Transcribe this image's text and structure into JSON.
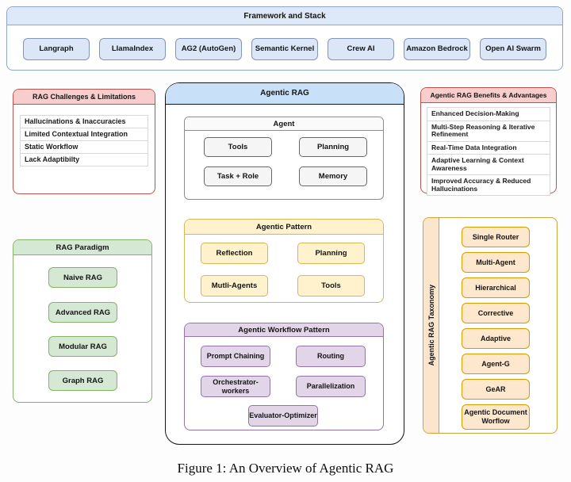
{
  "caption": "Figure 1: An Overview of Agentic RAG",
  "framework": {
    "title": "Framework and Stack",
    "items": [
      "Langraph",
      "LlamaIndex",
      "AG2 (AutoGen)",
      "Semantic Kernel",
      "Crew AI",
      "Amazon Bedrock",
      "Open AI Swarm"
    ]
  },
  "challenges": {
    "title": "RAG Challenges & Limitations",
    "items": [
      "Hallucinations & Inaccuracies",
      "Limited Contextual Integration",
      "Static Workflow",
      "Lack Adaptibilty"
    ]
  },
  "paradigm": {
    "title": "RAG Paradigm",
    "items": [
      "Naive RAG",
      "Advanced RAG",
      "Modular RAG",
      "Graph RAG"
    ]
  },
  "agentic_rag": {
    "title": "Agentic RAG",
    "agent": {
      "title": "Agent",
      "items": [
        "Tools",
        "Planning",
        "Task + Role",
        "Memory"
      ]
    },
    "pattern": {
      "title": "Agentic Pattern",
      "items": [
        "Reflection",
        "Planning",
        "Mutli-Agents",
        "Tools"
      ]
    },
    "workflow": {
      "title": "Agentic Workflow Pattern",
      "items": [
        "Prompt Chaining",
        "Routing",
        "Orchestrator-workers",
        "Parallelization",
        "Evaluator-Optimizer"
      ]
    }
  },
  "benefits": {
    "title": "Agentic RAG Benefits & Advantages",
    "items": [
      "Enhanced Decision-Making",
      "Multi-Step Reasoning & Iterative Refinement",
      "Real-Time Data Integration",
      "Adaptive Learning & Context Awareness",
      "Improved Accuracy & Reduced Hallucinations"
    ]
  },
  "taxonomy": {
    "title": "Agentic RAG Taxonomy",
    "items": [
      "Single Router",
      "Multi-Agent",
      "Hierarchical",
      "Corrective",
      "Adaptive",
      "Agent-G",
      "GeAR",
      "Agentic Document Worflow"
    ]
  },
  "colors": {
    "blue_header": "#c8e1f8",
    "blue_chip": "#dbe7f6",
    "pink_header": "#f8cecc",
    "red_border": "#b85450",
    "green_fill": "#d5e8d4",
    "green_border": "#82b366",
    "yellow_fill": "#fff2cc",
    "yellow_border": "#d6b656",
    "purple_fill": "#e1d5e7",
    "purple_border": "#9673a6",
    "peach_fill": "#fde7cd",
    "peach_border": "#d79b00",
    "gray_fill": "#f5f5f5"
  }
}
